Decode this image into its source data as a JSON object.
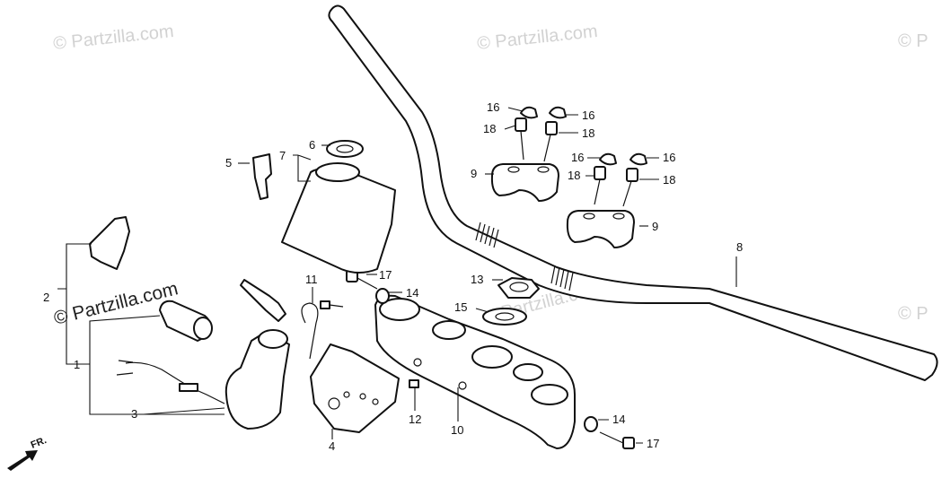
{
  "watermarks": {
    "top_left": "© Partzilla.com",
    "top_center": "© Partzilla.com",
    "top_right": "© P",
    "left_dark": "© Partzilla.com",
    "center": "Partzilla.com",
    "right": "© P"
  },
  "front_indicator": "FR.",
  "callouts": {
    "c1": "1",
    "c2": "2",
    "c3": "3",
    "c4": "4",
    "c5": "5",
    "c6": "6",
    "c7": "7",
    "c8": "8",
    "c9a": "9",
    "c9b": "9",
    "c10": "10",
    "c11": "11",
    "c12": "12",
    "c13": "13",
    "c14a": "14",
    "c14b": "14",
    "c15": "15",
    "c16a": "16",
    "c16b": "16",
    "c16c": "16",
    "c16d": "16",
    "c17a": "17",
    "c17b": "17",
    "c18a": "18",
    "c18b": "18",
    "c18c": "18",
    "c18d": "18"
  }
}
